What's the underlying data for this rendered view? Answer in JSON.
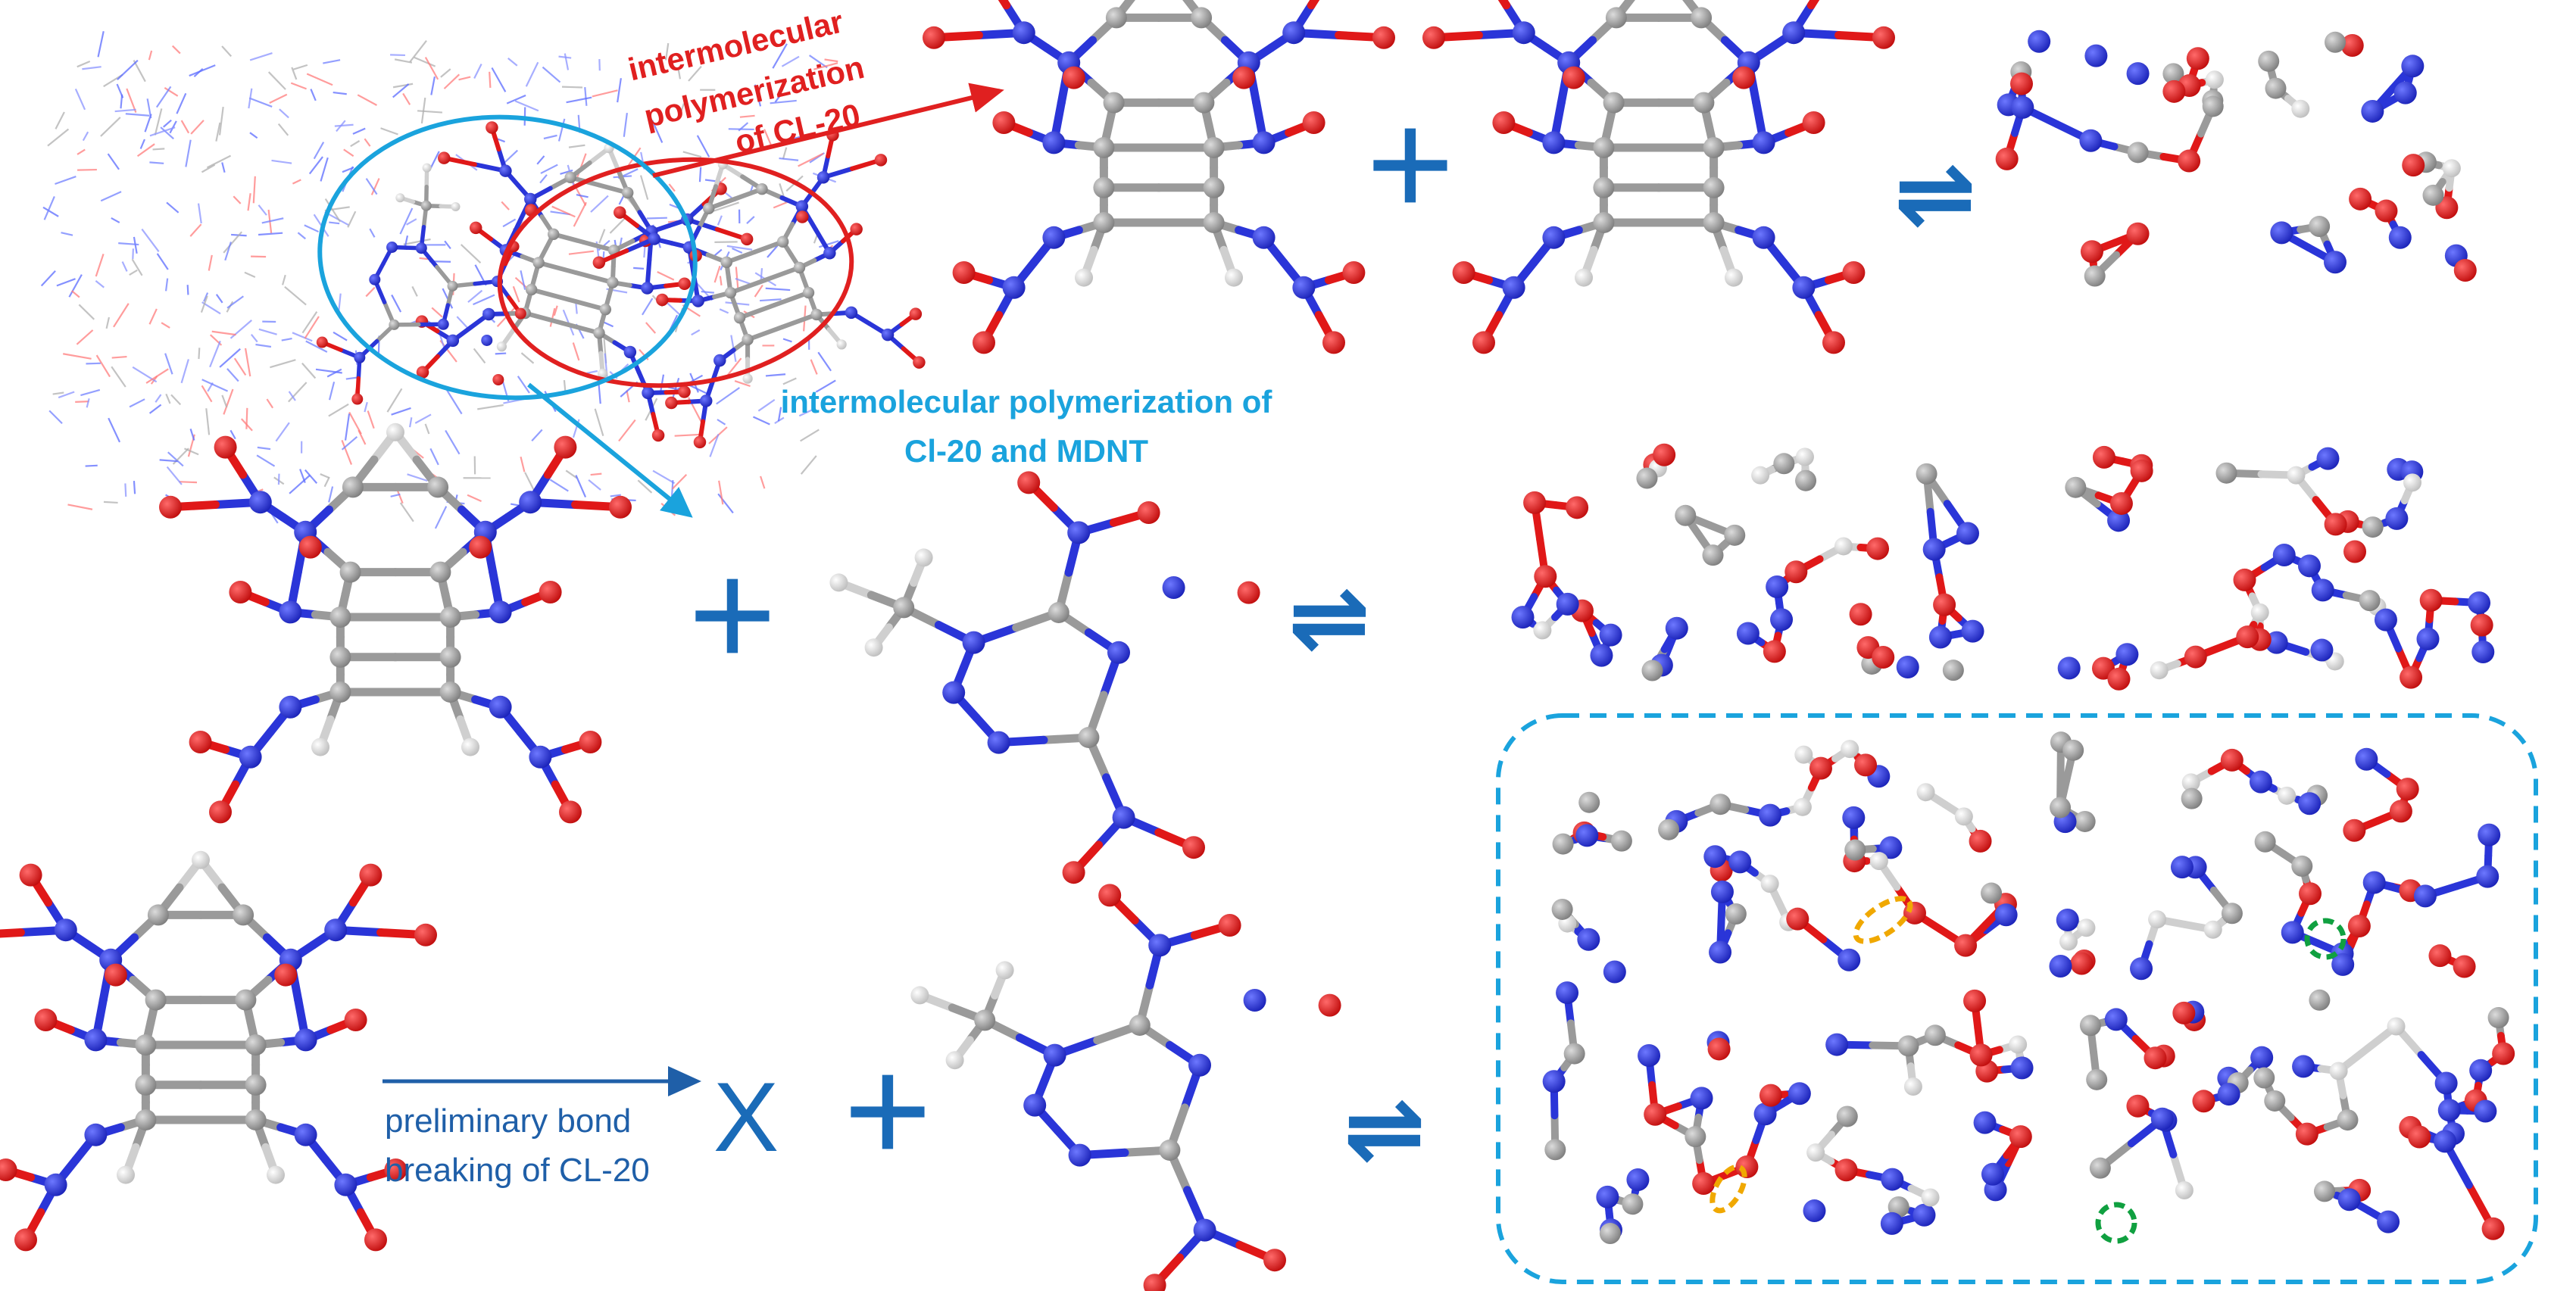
{
  "labels": {
    "cl20_poly_line1": "intermolecular",
    "cl20_poly_line2": "polymerization",
    "cl20_poly_line3": "of CL-20",
    "mdnt_poly_line1": "intermolecular polymerization of",
    "mdnt_poly_line2": "Cl-20 and MDNT",
    "bond_break_line1": "preliminary bond",
    "bond_break_line2": "breaking of CL-20"
  },
  "symbols": {
    "plus": "+",
    "equilibrium": "⇌",
    "x": "X"
  },
  "colors": {
    "red_label": "#e02020",
    "cyan_label": "#1aa3dd",
    "blue_label": "#1f5fa8",
    "operator_blue": "#1a6bb8",
    "nitrogen": "#2a35d8",
    "oxygen": "#e01818",
    "carbon": "#9a9a9a",
    "hydrogen": "#eeeeee",
    "dashed_box": "#1aa3dd",
    "orange_mark": "#f0a800",
    "green_mark": "#10a040"
  },
  "icons": {
    "molecules": "ball-and-stick-molecule",
    "crystal": "crystal-lattice-wireframe"
  }
}
